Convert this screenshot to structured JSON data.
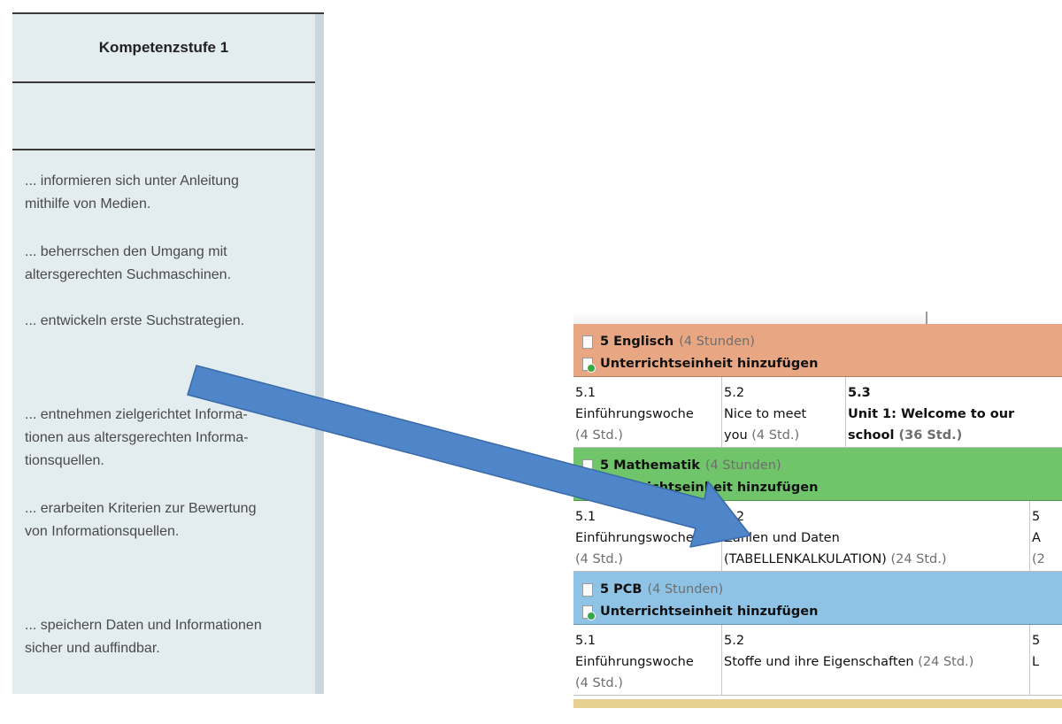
{
  "kompetenz_panel": {
    "title": "Kompetenzstufe 1",
    "items": [
      "... informieren sich unter Anleitung\nmithilfe von Medien.",
      "... beherrschen den Umgang mit\naltersgerechten Suchmaschinen.",
      "... entwickeln erste Suchstrategien.",
      "... entnehmen zielgerichtet Informa-\ntionen aus altersgerechten Informa-\ntionsquellen.",
      "... erarbeiten Kriterien zur Bewertung\nvon Informationsquellen.",
      "... speichern Daten und Informationen\nsicher und auffindbar."
    ]
  },
  "planner": {
    "add_unit_label": "Unterrichtseinheit hinzufügen",
    "subjects": [
      {
        "title": "5 Englisch",
        "hours": "(4 Stunden)",
        "color": "#e8a782",
        "units": [
          {
            "num": "5.1",
            "name": "Einführungswoche",
            "std": "(4 Std.)"
          },
          {
            "num": "5.2",
            "name": "Nice to meet",
            "name2": "you",
            "std": "(4 Std.)"
          },
          {
            "num": "5.3",
            "name": "Unit 1: Welcome to our",
            "name2": "school",
            "std": "(36 Std.)"
          }
        ]
      },
      {
        "title": "5 Mathematik",
        "hours": "(4 Stunden)",
        "color": "#70c46a",
        "units": [
          {
            "num": "5.1",
            "name": "Einführungswoche",
            "std": "(4 Std.)"
          },
          {
            "num": "5.2",
            "name": "Zahlen und Daten",
            "name2": "(TABELLENKALKULATION)",
            "std": "(24 Std.)"
          },
          {
            "num": "5",
            "name": "A",
            "std": "(2"
          }
        ]
      },
      {
        "title": "5 PCB",
        "hours": "(4 Stunden)",
        "color": "#8ec3e6",
        "units": [
          {
            "num": "5.1",
            "name": "Einführungswoche",
            "std": "(4 Std.)"
          },
          {
            "num": "5.2",
            "name": "Stoffe und ihre Eigenschaften",
            "std": "(24 Std.)"
          },
          {
            "num": "5",
            "name": "L",
            "std": ""
          }
        ]
      }
    ]
  },
  "arrow": {
    "color": "#4f86c9",
    "stroke": "#3a6aa8"
  }
}
